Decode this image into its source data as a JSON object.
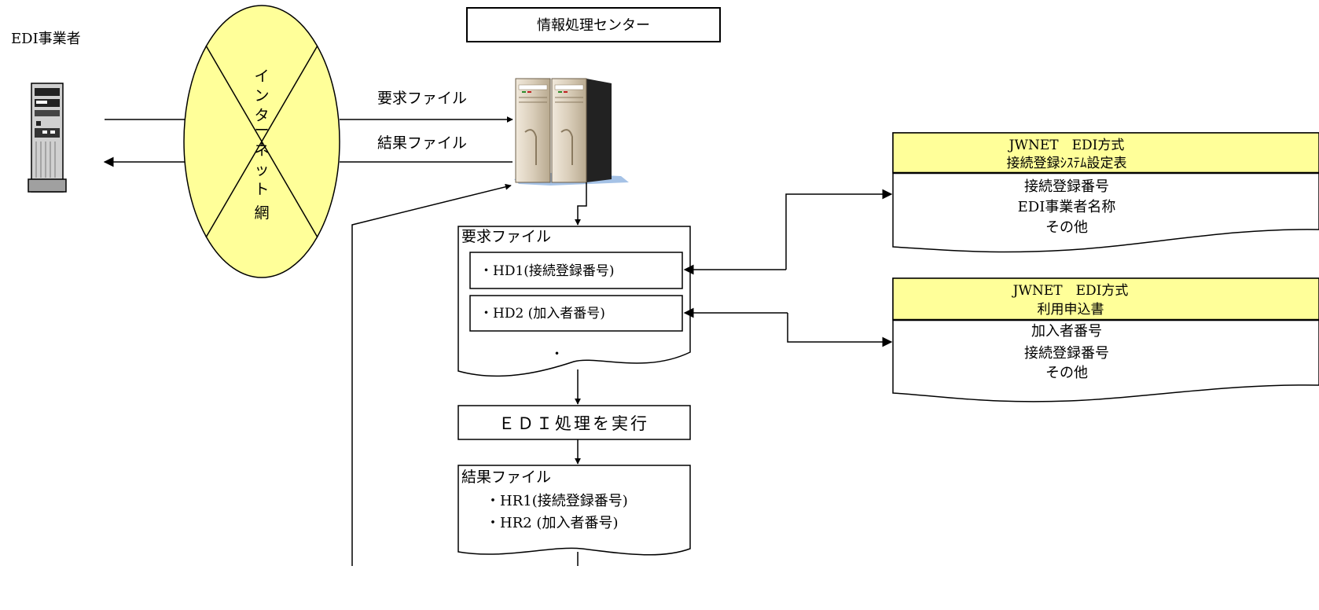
{
  "center_title": "情報処理センター",
  "edi_operator_label": "EDI事業者",
  "internet_label": [
    "イ",
    "ン",
    "タ",
    "ー",
    "ネ",
    "ッ",
    "ト",
    "網"
  ],
  "request_arrow_label": "要求ファイル",
  "result_arrow_label": "結果ファイル",
  "request_doc": {
    "title": "要求ファイル",
    "items": [
      "・HD1(接続登録番号)",
      "・HD2 (加入者番号)"
    ],
    "ellipsis": "・"
  },
  "process_box": "ＥＤＩ処理を実行",
  "result_doc": {
    "title": "結果ファイル",
    "items": [
      "・HR1(接続登録番号)",
      "・HR2 (加入者番号)"
    ]
  },
  "doc1": {
    "header": [
      "JWNET　EDI方式",
      "接続登録ｼｽﾃﾑ設定表"
    ],
    "lines": [
      "接続登録番号",
      "EDI事業者名称",
      "その他"
    ]
  },
  "doc2": {
    "header": [
      "JWNET　EDI方式",
      "利用申込書"
    ],
    "lines": [
      "加入者番号",
      "接続登録番号",
      "その他"
    ]
  },
  "colors": {
    "ellipse_fill": "#ffff99",
    "doc_header_fill": "#ffff99",
    "line": "#000000"
  }
}
